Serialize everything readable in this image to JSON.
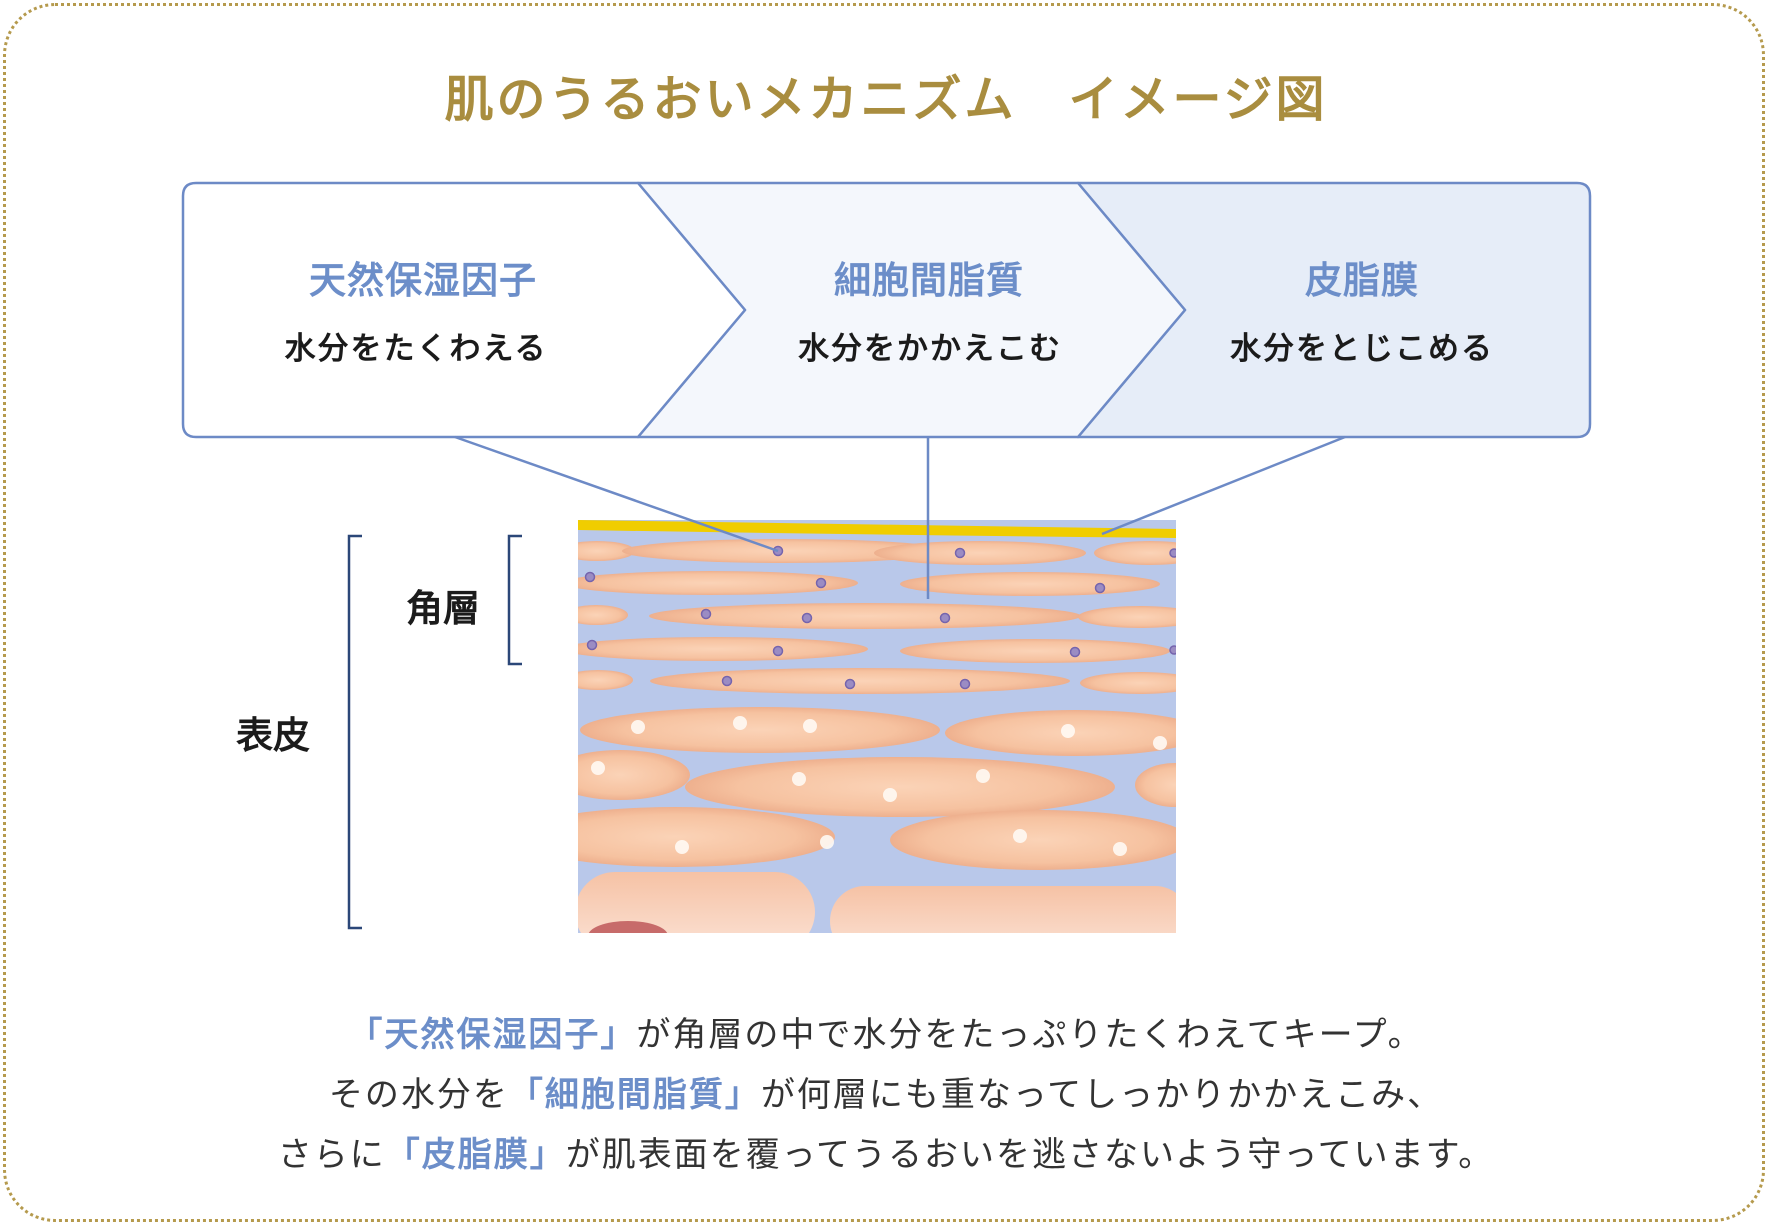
{
  "title": "肌のうるおいメカニズム　イメージ図",
  "colors": {
    "frame": "#b59a4d",
    "title": "#a98d3f",
    "accent_blue": "#6c8ec9",
    "sebum_film": "#f0cd00",
    "intercellular": "#b9c8ea",
    "cell": "#f6c7a6",
    "nucleus": "#c76b6a"
  },
  "steps": [
    {
      "title": "天然保湿因子",
      "desc": "水分をたくわえる"
    },
    {
      "title": "細胞間脂質",
      "desc": "水分をかかえこむ"
    },
    {
      "title": "皮脂膜",
      "desc": "水分をとじこめる"
    }
  ],
  "labels": {
    "horny_layer": "角層",
    "epidermis": "表皮"
  },
  "caption": {
    "line1": {
      "pre": "",
      "hl": "「天然保湿因子」",
      "post": "が角層の中で水分をたっぷりたくわえてキープ。"
    },
    "line2": {
      "pre": "その水分を",
      "hl": "「細胞間脂質」",
      "post": "が何層にも重なってしっかりかかえこみ、"
    },
    "line3": {
      "pre": "さらに",
      "hl": "「皮脂膜」",
      "post": "が肌表面を覆ってうるおいを逃さないよう守っています。"
    }
  }
}
